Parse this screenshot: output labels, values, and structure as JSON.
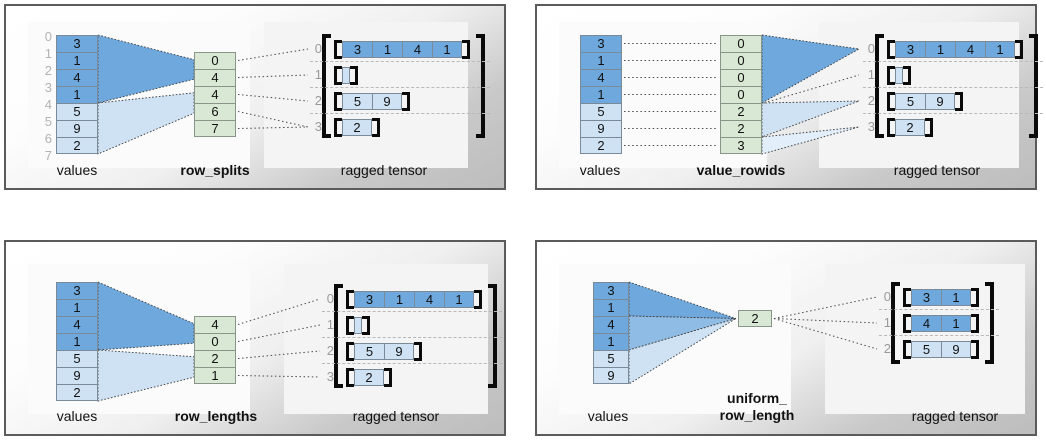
{
  "colors": {
    "values_dark": "#6fa8dc",
    "values_light": "#cfe2f3",
    "partition_green": "#d9e8d4",
    "panel_border": "#5b5b5b",
    "index_gray": "#b3b3b3",
    "bracket_black": "#0a0a0a"
  },
  "labels": {
    "values": "values",
    "ragged_tensor": "ragged tensor"
  },
  "panels": [
    {
      "id": "row-splits",
      "partition_label": "row_splits",
      "values": [
        3,
        1,
        4,
        1,
        5,
        9,
        2
      ],
      "value_shades": [
        "dark",
        "dark",
        "dark",
        "dark",
        "light",
        "light",
        "light"
      ],
      "value_indices": [
        "0",
        "1",
        "2",
        "3",
        "4",
        "5",
        "6",
        "7"
      ],
      "show_value_indices": true,
      "partition": [
        "0",
        "4",
        "4",
        "6",
        "7"
      ],
      "tensor_row_indices": [
        "0",
        "1",
        "2",
        "3"
      ],
      "tensor_rows": [
        {
          "cells": [
            3,
            1,
            4,
            1
          ],
          "shade": "dark"
        },
        {
          "cells": [],
          "shade": "light"
        },
        {
          "cells": [
            5,
            9
          ],
          "shade": "light"
        },
        {
          "cells": [
            2
          ],
          "shade": "light"
        }
      ]
    },
    {
      "id": "value-rowids",
      "partition_label": "value_rowids",
      "values": [
        3,
        1,
        4,
        1,
        5,
        9,
        2
      ],
      "value_shades": [
        "dark",
        "dark",
        "dark",
        "dark",
        "light",
        "light",
        "light"
      ],
      "value_indices": [],
      "show_value_indices": false,
      "partition": [
        "0",
        "0",
        "0",
        "0",
        "2",
        "2",
        "3"
      ],
      "tensor_row_indices": [
        "0",
        "1",
        "2",
        "3"
      ],
      "tensor_rows": [
        {
          "cells": [
            3,
            1,
            4,
            1
          ],
          "shade": "dark"
        },
        {
          "cells": [],
          "shade": "light"
        },
        {
          "cells": [
            5,
            9
          ],
          "shade": "light"
        },
        {
          "cells": [
            2
          ],
          "shade": "light"
        }
      ]
    },
    {
      "id": "row-lengths",
      "partition_label": "row_lengths",
      "values": [
        3,
        1,
        4,
        1,
        5,
        9,
        2
      ],
      "value_shades": [
        "dark",
        "dark",
        "dark",
        "dark",
        "light",
        "light",
        "light"
      ],
      "value_indices": [],
      "show_value_indices": false,
      "partition": [
        "4",
        "0",
        "2",
        "1"
      ],
      "tensor_row_indices": [
        "0",
        "1",
        "2",
        "3"
      ],
      "tensor_rows": [
        {
          "cells": [
            3,
            1,
            4,
            1
          ],
          "shade": "dark"
        },
        {
          "cells": [],
          "shade": "light"
        },
        {
          "cells": [
            5,
            9
          ],
          "shade": "light"
        },
        {
          "cells": [
            2
          ],
          "shade": "light"
        }
      ]
    },
    {
      "id": "uniform-row-length",
      "partition_label": "uniform_\nrow_length",
      "values": [
        3,
        1,
        4,
        1,
        5,
        9
      ],
      "value_shades": [
        "dark",
        "dark",
        "dark",
        "dark",
        "light",
        "light"
      ],
      "value_indices": [],
      "show_value_indices": false,
      "partition": [
        "2"
      ],
      "tensor_row_indices": [
        "0",
        "1",
        "2"
      ],
      "tensor_rows": [
        {
          "cells": [
            3,
            1
          ],
          "shade": "dark"
        },
        {
          "cells": [
            4,
            1
          ],
          "shade": "dark"
        },
        {
          "cells": [
            5,
            9
          ],
          "shade": "light"
        }
      ]
    }
  ]
}
